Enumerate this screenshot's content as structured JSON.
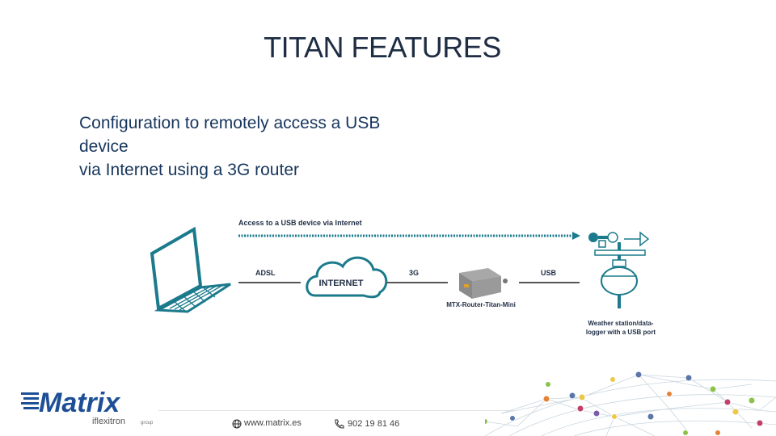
{
  "slide": {
    "title": "TITAN FEATURES",
    "body_lines": [
      "Configuration to remotely access a USB",
      "device",
      "via Internet using a 3G router"
    ]
  },
  "diagram": {
    "top_caption": "Access to a USB device via Internet",
    "link_adsl": "ADSL",
    "cloud_label": "INTERNET",
    "link_3g": "3G",
    "router_label": "MTX-Router-Titan-Mini",
    "link_usb": "USB",
    "station_label_line1": "Weather station/data-",
    "station_label_line2": "logger with a USB port",
    "accent_color": "#1b7a8c"
  },
  "footer": {
    "logo_text": "Matrix",
    "logo_subtext": "iflexitron",
    "logo_group": "group",
    "website": "www.matrix.es",
    "phone": "902 19 81 46",
    "icons": [
      "globe-icon",
      "phone-icon"
    ]
  }
}
